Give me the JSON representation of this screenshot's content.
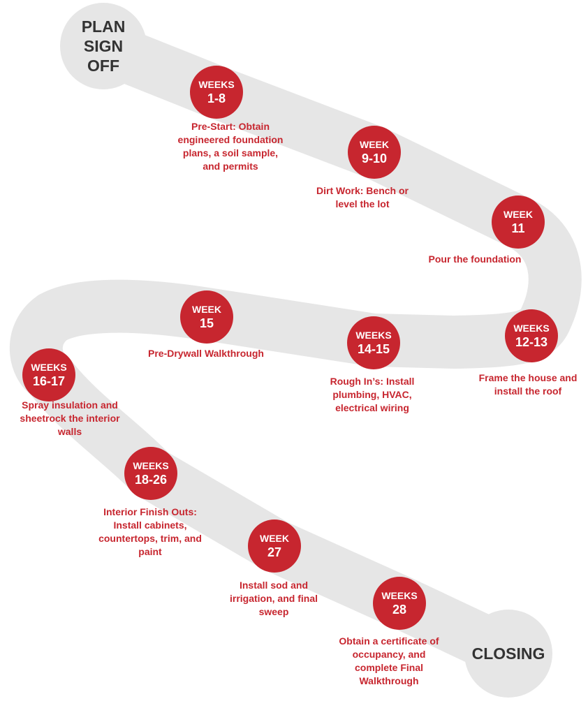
{
  "start_label": "PLAN\nSIGN\nOFF",
  "end_label": "CLOSING",
  "colors": {
    "road": "#e6e6e6",
    "badge": "#c7262f",
    "caption": "#c7262f",
    "endpoint_text": "#333333"
  },
  "milestones": [
    {
      "top": "WEEKS",
      "num": "1-8",
      "caption": "Pre-Start: Obtain\nengineered foundation\nplans, a soil sample,\nand  permits"
    },
    {
      "top": "WEEK",
      "num": "9-10",
      "caption": "Dirt Work: Bench or\nlevel the lot"
    },
    {
      "top": "WEEK",
      "num": "11",
      "caption": "Pour the foundation"
    },
    {
      "top": "WEEKS",
      "num": "12-13",
      "caption": "Frame the house and\ninstall the roof"
    },
    {
      "top": "WEEKS",
      "num": "14-15",
      "caption": "Rough In’s: Install\nplumbing, HVAC,\nelectrical wiring"
    },
    {
      "top": "WEEK",
      "num": "15",
      "caption": "Pre-Drywall Walkthrough"
    },
    {
      "top": "WEEKS",
      "num": "16-17",
      "caption": "Spray insulation and\nsheetrock the interior\nwalls"
    },
    {
      "top": "WEEKS",
      "num": "18-26",
      "caption": "Interior Finish Outs:\nInstall cabinets,\ncountertops, trim, and\npaint"
    },
    {
      "top": "WEEK",
      "num": "27",
      "caption": "Install sod and\nirrigation, and final\nsweep"
    },
    {
      "top": "WEEKS",
      "num": "28",
      "caption": "Obtain a certificate of\noccupancy, and\ncomplete Final\nWalkthrough"
    }
  ]
}
